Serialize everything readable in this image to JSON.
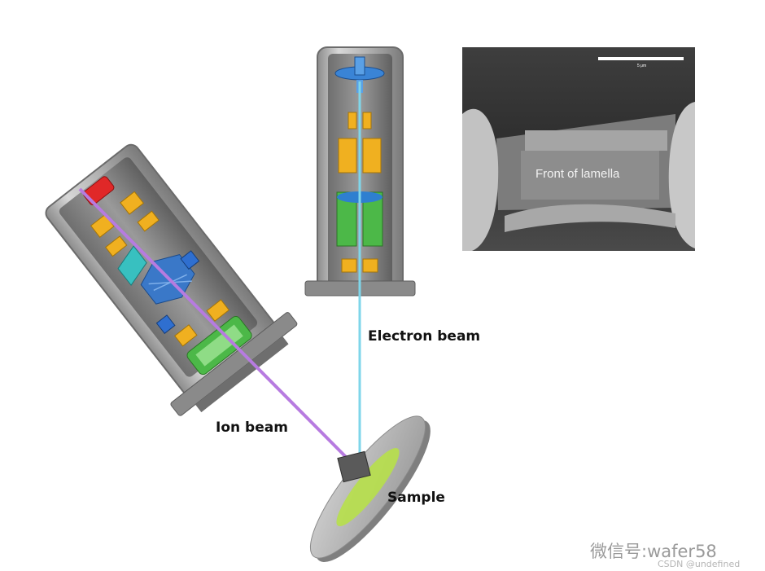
{
  "labels": {
    "electron_beam": "Electron beam",
    "ion_beam": "Ion beam",
    "sample": "Sample"
  },
  "micrograph": {
    "caption": "Front of lamella",
    "scale_bar_label": "5 μm"
  },
  "watermark": {
    "main": "微信号:wafer58",
    "sub": "CSDN @undefined"
  },
  "colors": {
    "electron_beam": "#7fd6ea",
    "ion_beam": "#b77be0",
    "column_body": "#a9a9a9",
    "lens_yellow": "#f0b020",
    "lens_green": "#4cb848",
    "lens_blue": "#2e7fd0",
    "source_red": "#e02828"
  }
}
